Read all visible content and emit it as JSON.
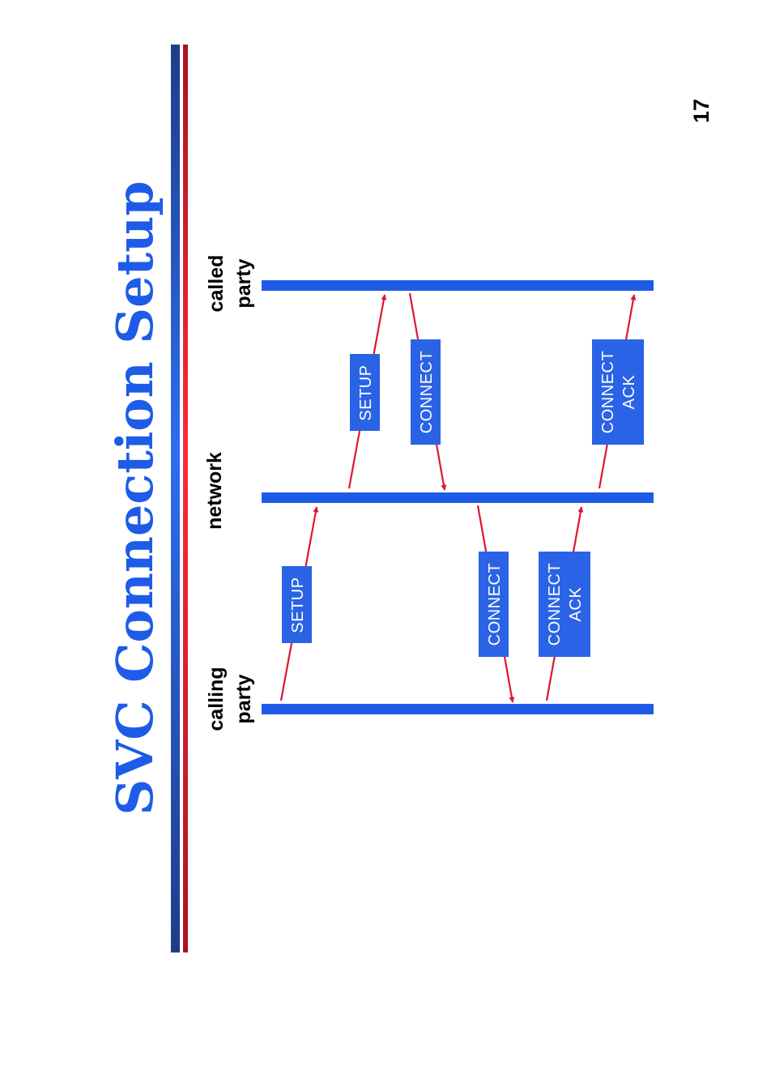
{
  "title": "SVC Connection Setup",
  "page_number": "17",
  "columns": {
    "calling": [
      "calling",
      "party"
    ],
    "network": [
      "network"
    ],
    "called": [
      "called",
      "party"
    ]
  },
  "messages": {
    "setup_1": [
      "SETUP"
    ],
    "setup_2": [
      "SETUP"
    ],
    "connect_1": [
      "CONNECT"
    ],
    "connect_2": [
      "CONNECT"
    ],
    "connect_ack_1": [
      "CONNECT",
      "ACK"
    ],
    "connect_ack_2": [
      "CONNECT",
      "ACK"
    ]
  },
  "colors": {
    "accent_blue": "#1e5be8",
    "box_blue": "#2a63e6",
    "arrow_red": "#e0152e",
    "bar_navy": "#1f3c8a",
    "bar_red": "#d3202f"
  }
}
